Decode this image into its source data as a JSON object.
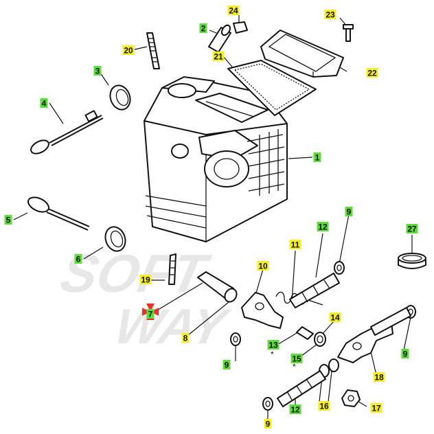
{
  "watermark": {
    "line1": "SOFT",
    "line2": "WAY"
  },
  "colors": {
    "green": "#5ddc3a",
    "yellow": "#f5ee26",
    "marker": "#e8322a"
  },
  "labels": [
    {
      "id": "c1",
      "text": "1",
      "color": "green"
    },
    {
      "id": "c2",
      "text": "2",
      "color": "green"
    },
    {
      "id": "c3",
      "text": "3",
      "color": "green"
    },
    {
      "id": "c4",
      "text": "4",
      "color": "green"
    },
    {
      "id": "c5",
      "text": "5",
      "color": "green"
    },
    {
      "id": "c6",
      "text": "6",
      "color": "green"
    },
    {
      "id": "c7",
      "text": "7",
      "color": "green"
    },
    {
      "id": "c8",
      "text": "8",
      "color": "yellow"
    },
    {
      "id": "c9a",
      "text": "9",
      "color": "green"
    },
    {
      "id": "c9b",
      "text": "9",
      "color": "green"
    },
    {
      "id": "c9c",
      "text": "9",
      "color": "green"
    },
    {
      "id": "c9d",
      "text": "9",
      "color": "yellow"
    },
    {
      "id": "c10",
      "text": "10",
      "color": "yellow"
    },
    {
      "id": "c11",
      "text": "11",
      "color": "yellow"
    },
    {
      "id": "c12a",
      "text": "12",
      "color": "green"
    },
    {
      "id": "c12b",
      "text": "12",
      "color": "green"
    },
    {
      "id": "c13",
      "text": "13",
      "color": "green"
    },
    {
      "id": "c14",
      "text": "14",
      "color": "yellow"
    },
    {
      "id": "c15",
      "text": "15",
      "color": "green"
    },
    {
      "id": "c16",
      "text": "16",
      "color": "yellow"
    },
    {
      "id": "c17",
      "text": "17",
      "color": "yellow"
    },
    {
      "id": "c18",
      "text": "18",
      "color": "yellow"
    },
    {
      "id": "c19",
      "text": "19",
      "color": "yellow"
    },
    {
      "id": "c20",
      "text": "20",
      "color": "yellow"
    },
    {
      "id": "c21",
      "text": "21",
      "color": "yellow"
    },
    {
      "id": "c22",
      "text": "22",
      "color": "yellow"
    },
    {
      "id": "c23",
      "text": "23",
      "color": "yellow"
    },
    {
      "id": "c24",
      "text": "24",
      "color": "yellow"
    },
    {
      "id": "c27",
      "text": "27",
      "color": "green"
    }
  ]
}
